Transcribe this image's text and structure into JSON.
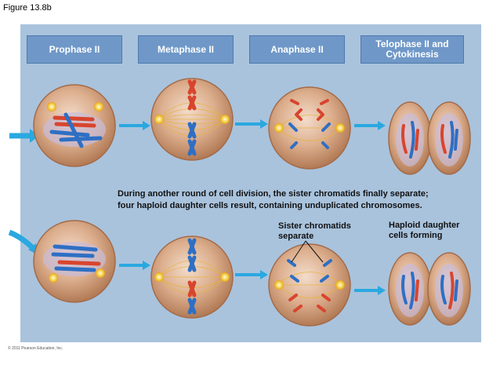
{
  "figure_label": "Figure 13.8b",
  "stages": [
    "Prophase II",
    "Metaphase II",
    "Anaphase II",
    "Telophase II and Cytokinesis"
  ],
  "caption_line1": "During another round of cell division, the sister chromatids finally separate;",
  "caption_line2": "four haploid daughter cells result, containing unduplicated chromosomes.",
  "label_sister_line1": "Sister chromatids",
  "label_sister_line2": "separate",
  "label_haploid_line1": "Haploid daughter",
  "label_haploid_line2": "cells forming",
  "copyright": "© 2011 Pearson Education, Inc.",
  "colors": {
    "chrom_red": "#d8452e",
    "chrom_blue": "#2e6fc4",
    "cell": "#c99674",
    "panel": "#a9c3dd",
    "header": "#6f98c8",
    "arrow": "#2aa8e0"
  }
}
